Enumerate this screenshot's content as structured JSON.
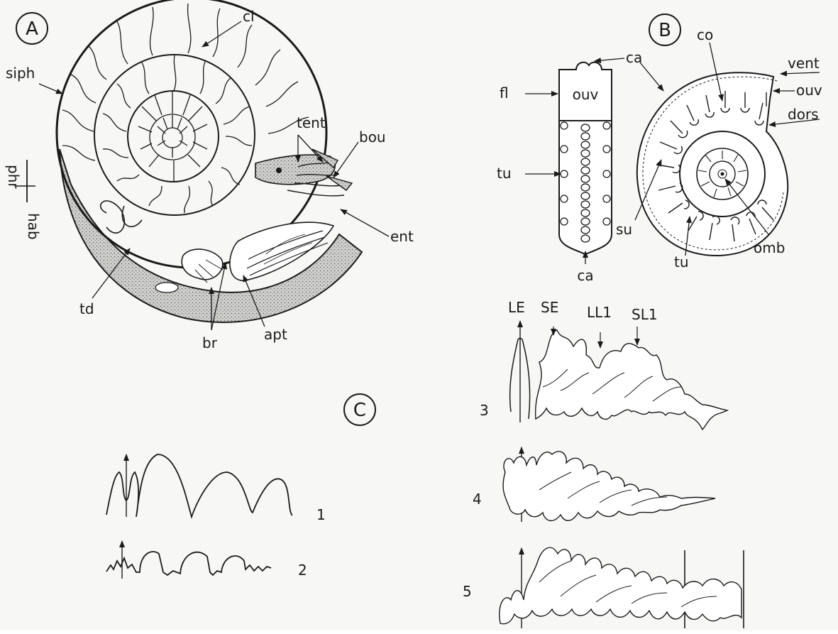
{
  "panels": {
    "a": "A",
    "b": "B",
    "c": "C"
  },
  "labels_a": {
    "cl": "cl",
    "siph": "siph",
    "tent": "tent",
    "bou": "bou",
    "ent": "ent",
    "phr": "phr",
    "hab": "hab",
    "td": "td",
    "br": "br",
    "apt": "apt"
  },
  "labels_b": {
    "ca_top": "ca",
    "ca_shell": "ca",
    "ca_bottom": "ca",
    "fl": "fl",
    "ouv_front": "ouv",
    "tu_front": "tu",
    "co": "co",
    "vent": "vent",
    "ouv_side": "ouv",
    "dors": "dors",
    "su": "su",
    "omb": "omb",
    "tu_side": "tu"
  },
  "labels_c": {
    "le": "LE",
    "se": "SE",
    "ll1": "LL1",
    "sl1": "SL1",
    "n1": "1",
    "n2": "2",
    "n3": "3",
    "n4": "4",
    "n5": "5"
  },
  "colors": {
    "ink": "#1a1a1a",
    "stipple": "#9a9a9a",
    "paper": "#f7f7f5"
  }
}
